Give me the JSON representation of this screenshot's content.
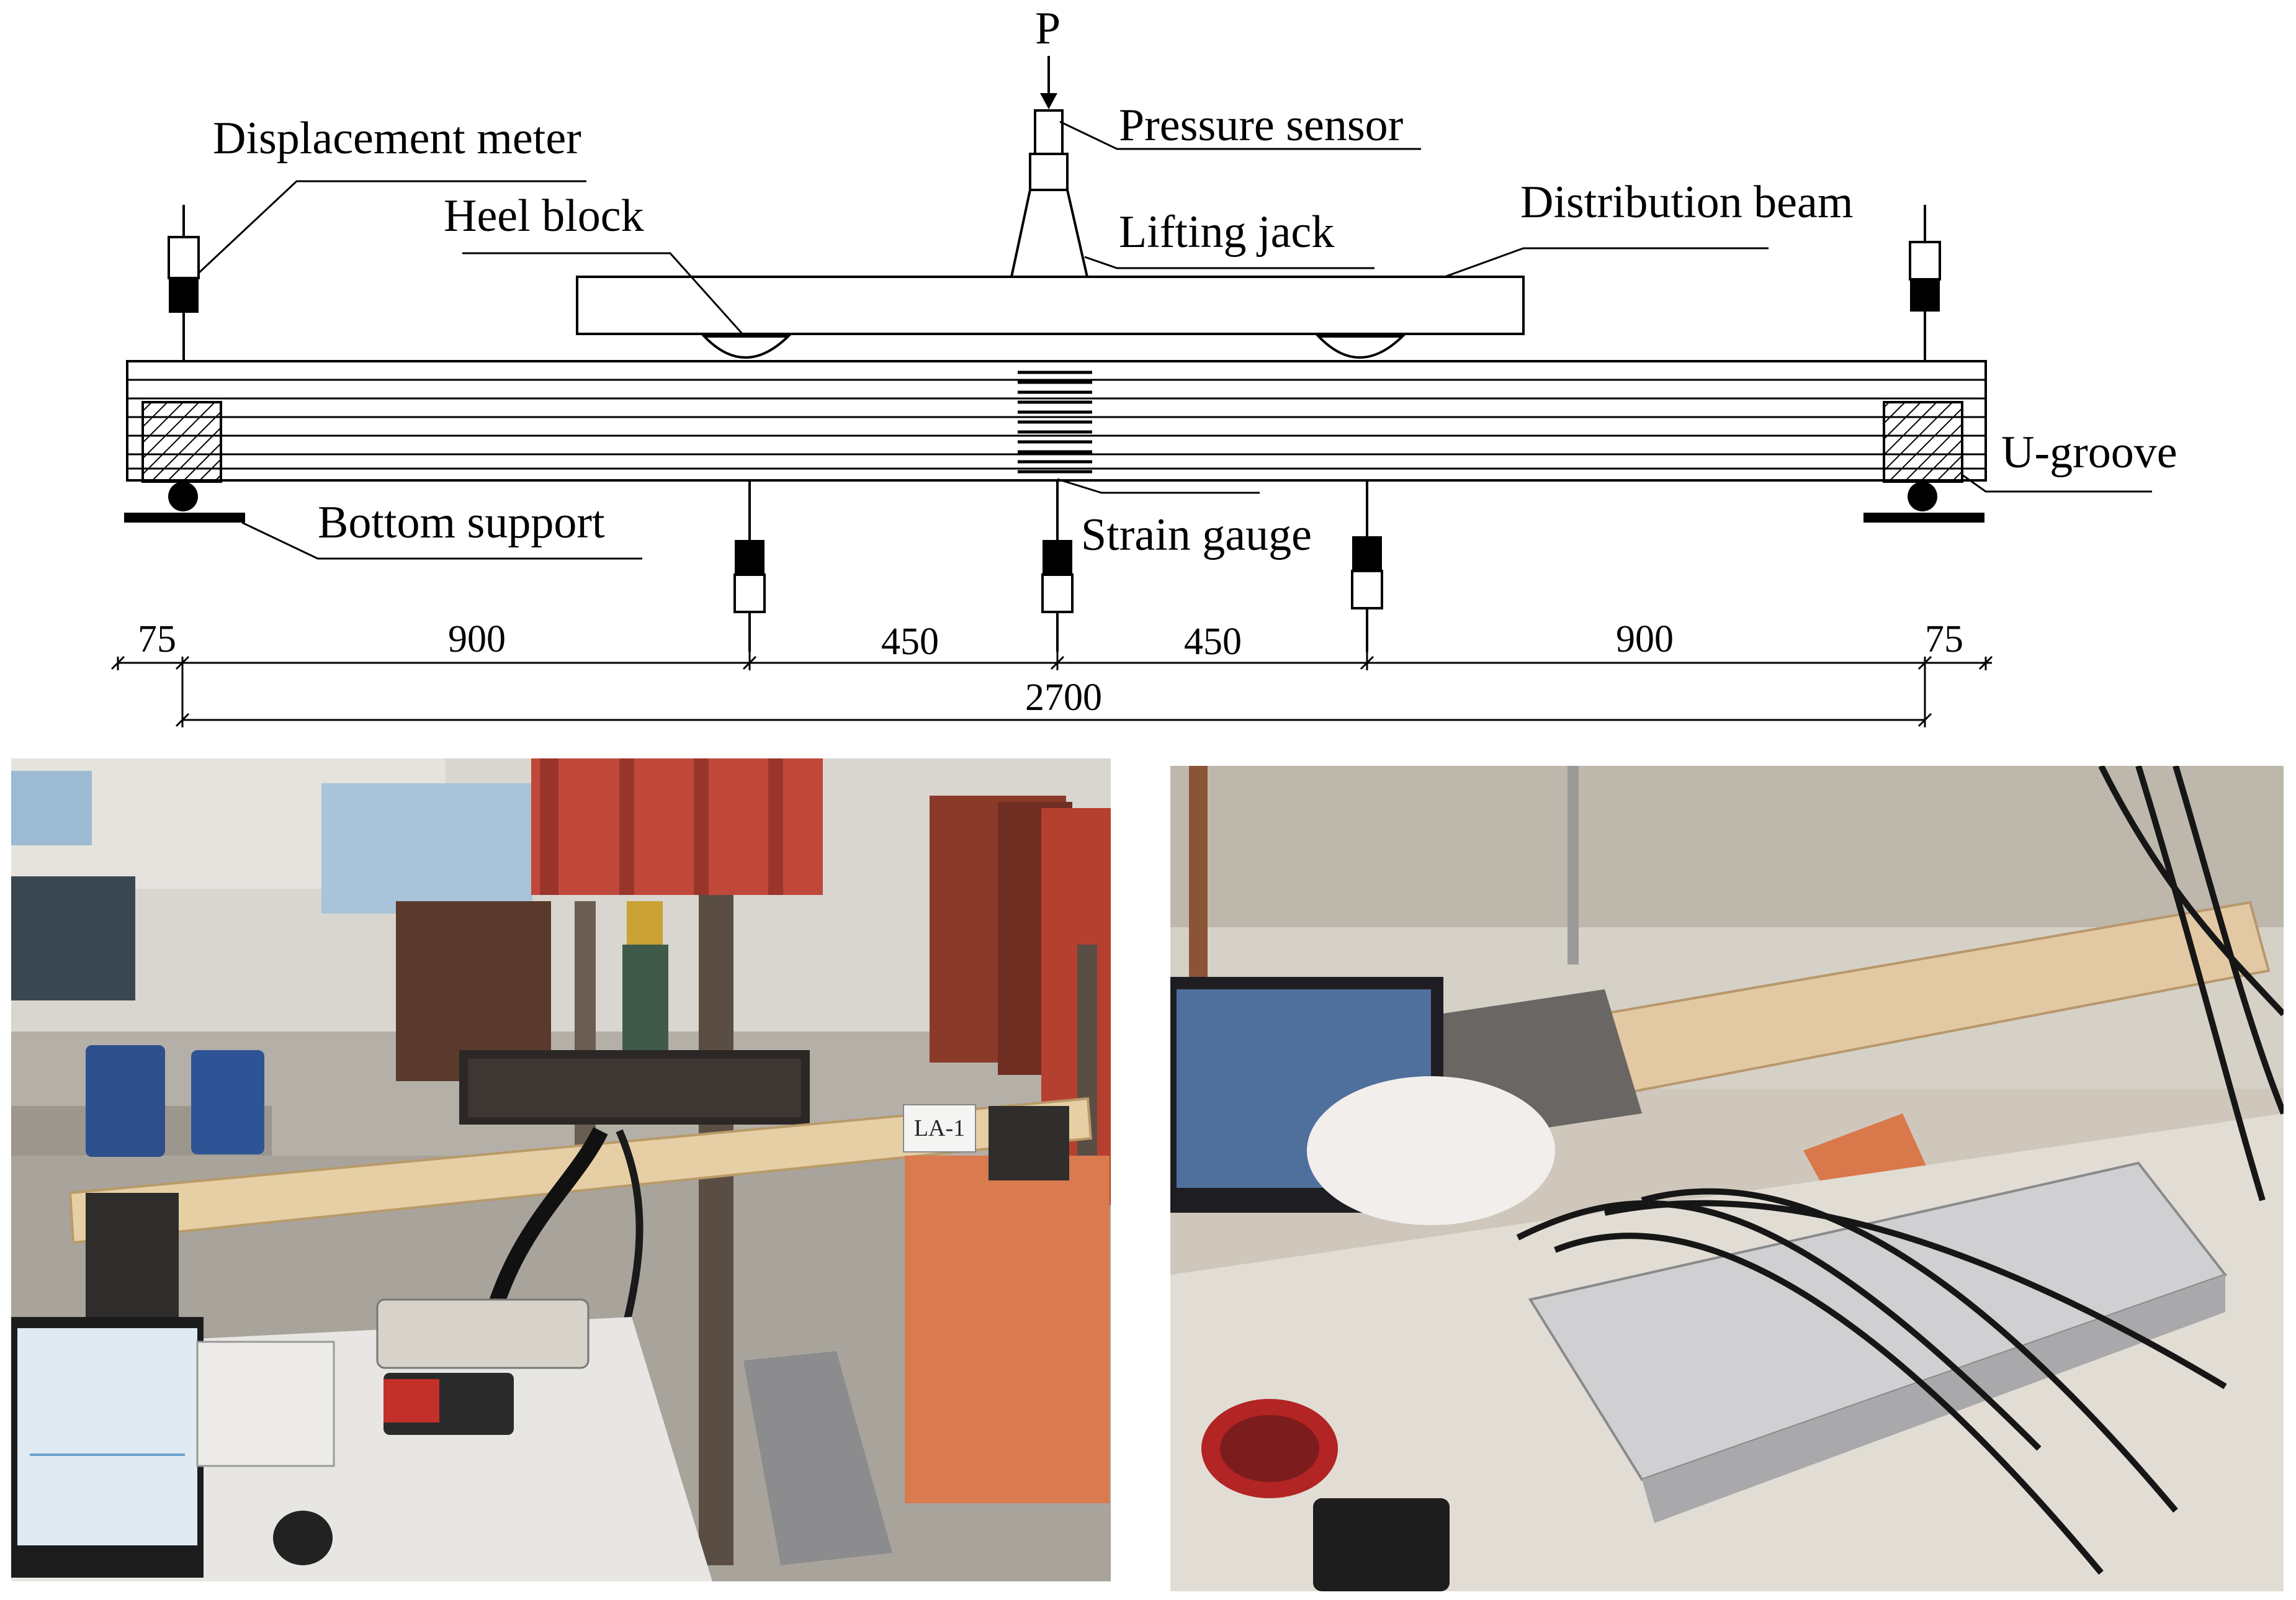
{
  "diagram": {
    "load": "P",
    "labels": {
      "displacement_meter": "Displacement meter",
      "heel_block": "Heel block",
      "pressure_sensor": "Pressure sensor",
      "lifting_jack": "Lifting jack",
      "distribution_beam": "Distribution beam",
      "u_groove": "U-groove",
      "bottom_support": "Bottom support",
      "strain_gauge": "Strain gauge"
    },
    "dimensions": {
      "segments": [
        "75",
        "900",
        "450",
        "450",
        "900",
        "75"
      ],
      "total": "2700"
    }
  },
  "photos": {
    "left": {
      "specimen_tag": "LA-1"
    }
  }
}
